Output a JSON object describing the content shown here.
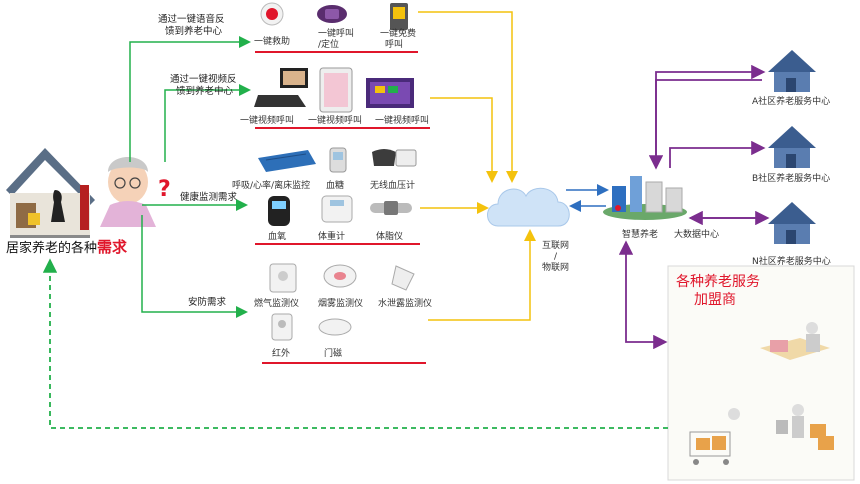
{
  "title": {
    "prefix": "居家养老的各种",
    "emphasis": "需求"
  },
  "branches": {
    "voice": "通过一键语音反\n馈到养老中心",
    "video": "通过一键视频反\n馈到养老中心",
    "health": "健康监测需求",
    "security": "安防需求"
  },
  "devices": {
    "sos": "一键救助",
    "locate": "一键呼叫\n/定位",
    "free_call": "一键免费\n呼叫",
    "video1": "一键视频呼叫",
    "video2": "一键视频呼叫",
    "video3": "一键视频呼叫",
    "vitals": "呼吸/心率/离床监控",
    "glucose": "血糖",
    "bp": "无线血压计",
    "oxygen": "血氧",
    "scale": "体重计",
    "fat": "体脂仪",
    "gas": "燃气监测仪",
    "smoke": "烟雾监测仪",
    "water": "水泄露监测仪",
    "infrared": "红外",
    "door": "门磁"
  },
  "cloud": {
    "label1": "互联网",
    "label2": "/",
    "label3": "物联网"
  },
  "center": {
    "smart": "智慧养老",
    "bigdata": "大数据中心"
  },
  "communities": {
    "a": "A社区养老服务中心",
    "b": "B社区养老服务中心",
    "n": "N社区养老服务中心"
  },
  "partners": {
    "line1": "各种养老服务",
    "line2": "加盟商"
  },
  "colors": {
    "green": "#22b04b",
    "yellow": "#f4c20d",
    "purple": "#7b2d8e",
    "blue": "#2e6fc0",
    "red": "#e0162b",
    "house": "#3b5d8f"
  }
}
